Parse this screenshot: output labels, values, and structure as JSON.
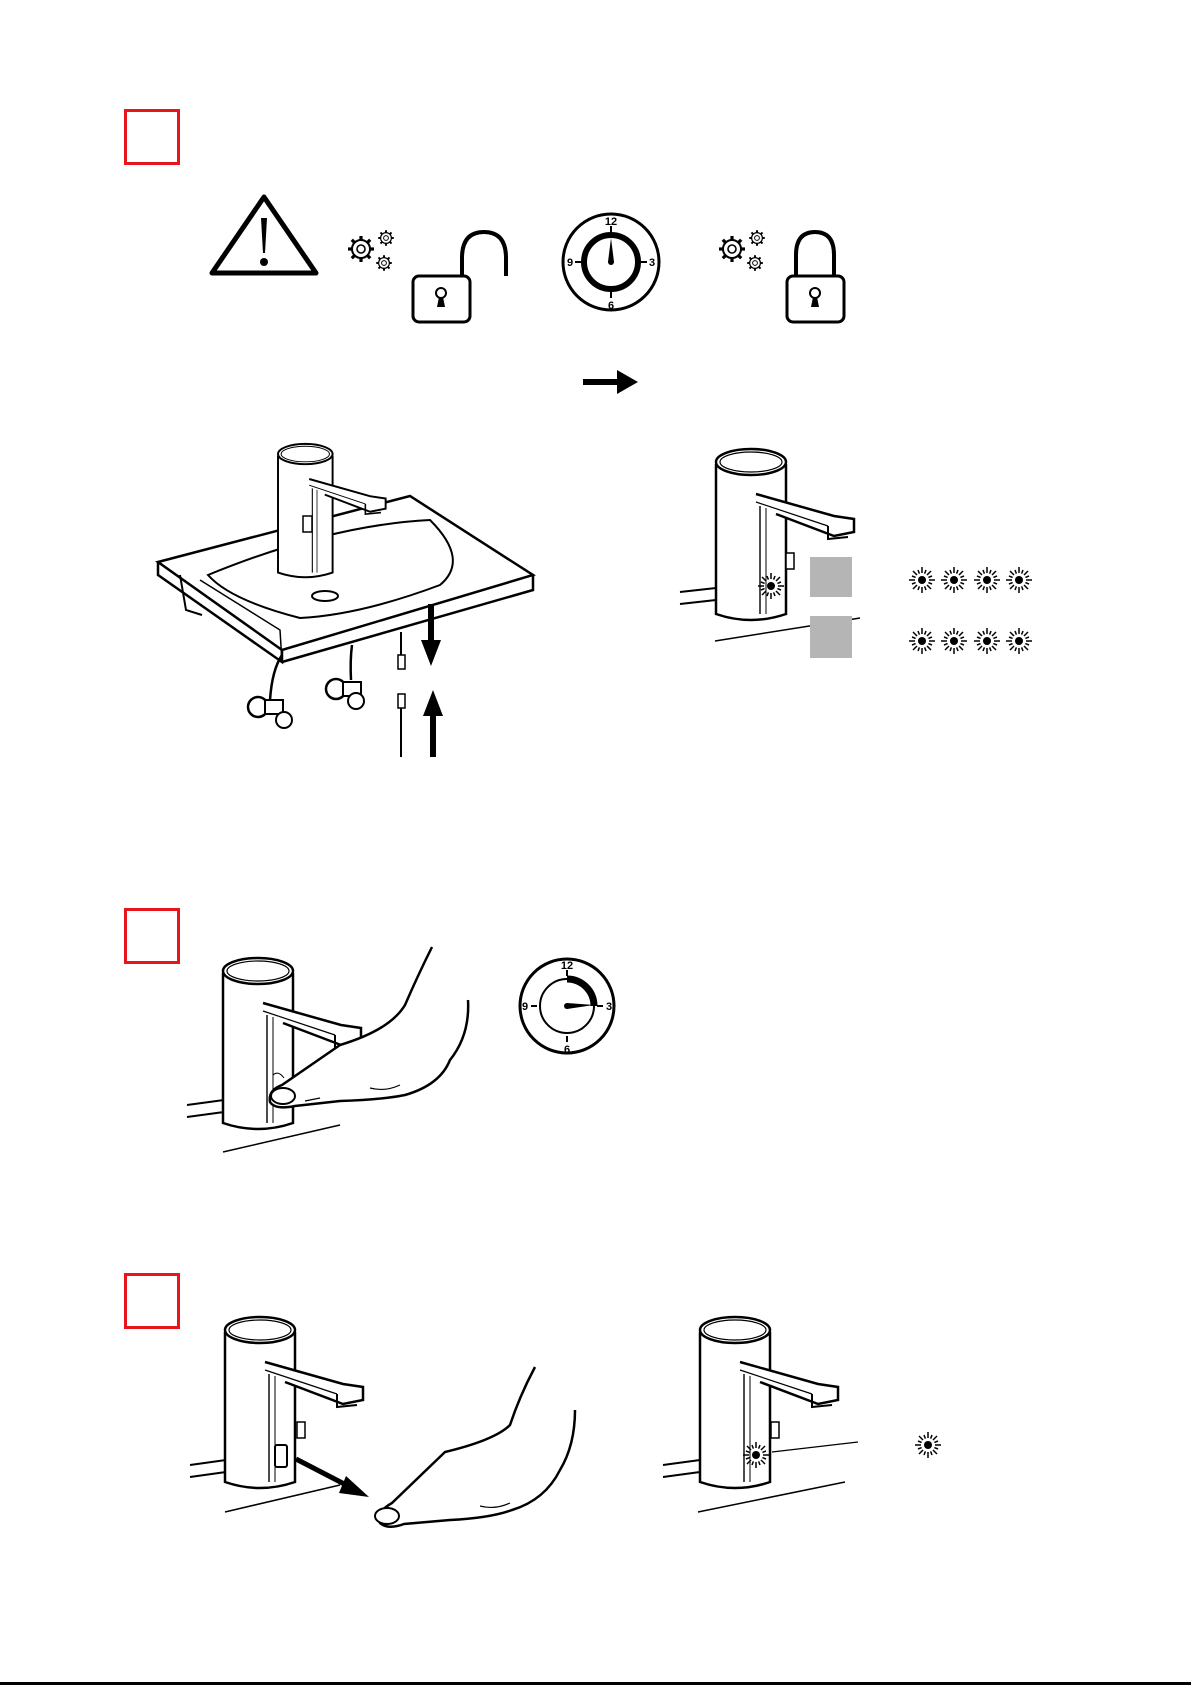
{
  "colors": {
    "step_box": "#e8151b",
    "ink": "#000000",
    "grey_square": "#b5b5b5"
  },
  "clock_top": {
    "n12": "12",
    "n3": "3",
    "n6": "6",
    "n9": "9"
  },
  "clock_step2": {
    "n12": "12",
    "n3": "3",
    "n6": "6",
    "n9": "9"
  },
  "icons": {
    "warning": "warning-triangle-icon",
    "unlocked": "padlock-open-icon",
    "locked": "padlock-closed-icon",
    "gears": "gears-icon",
    "timer": "clock-icon"
  },
  "steps": [
    {
      "name": "step-1"
    },
    {
      "name": "step-2"
    },
    {
      "name": "step-3"
    }
  ],
  "indicators": {
    "row1_blinks": 4,
    "row2_blinks": 4,
    "step3_blinks": 1
  }
}
